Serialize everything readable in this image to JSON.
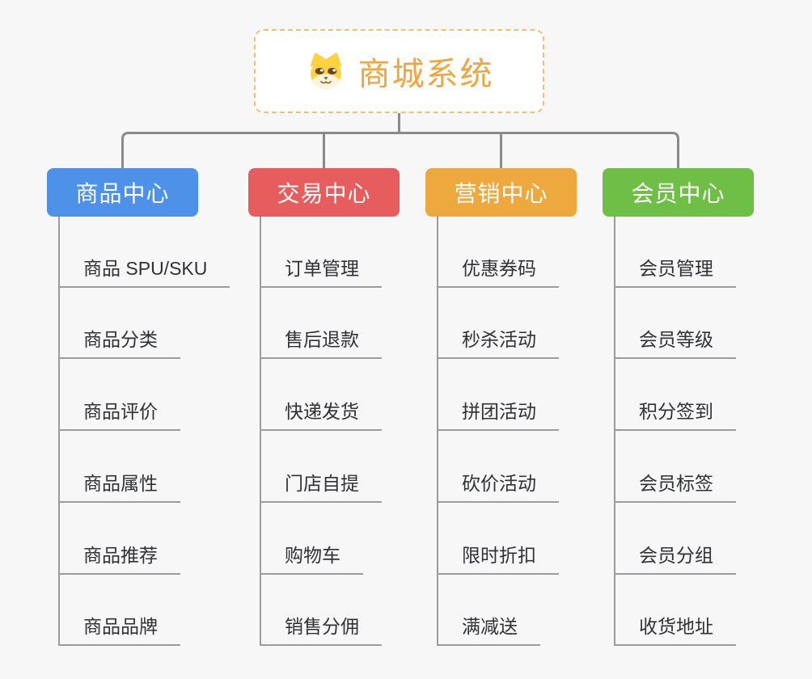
{
  "root": {
    "title": "商城系统",
    "icon": "dog-face-icon"
  },
  "branches": [
    {
      "label": "商品中心",
      "color": "#4D91E9",
      "items": [
        "商品 SPU/SKU",
        "商品分类",
        "商品评价",
        "商品属性",
        "商品推荐",
        "商品品牌"
      ]
    },
    {
      "label": "交易中心",
      "color": "#E75C5C",
      "items": [
        "订单管理",
        "售后退款",
        "快递发货",
        "门店自提",
        "购物车",
        "销售分佣"
      ]
    },
    {
      "label": "营销中心",
      "color": "#EDA83E",
      "items": [
        "优惠券码",
        "秒杀活动",
        "拼团活动",
        "砍价活动",
        "限时折扣",
        "满减送"
      ]
    },
    {
      "label": "会员中心",
      "color": "#6FBE45",
      "items": [
        "会员管理",
        "会员等级",
        "积分签到",
        "会员标签",
        "会员分组",
        "收货地址"
      ]
    }
  ],
  "colors": {
    "background": "#F7F7F7",
    "connector": "#8A8A8A",
    "item_line": "#9C9C9C",
    "item_text": "#2F3136",
    "root_text": "#F0A63C",
    "root_border": "#F2BE72",
    "root_background": "#FFFFFF"
  }
}
